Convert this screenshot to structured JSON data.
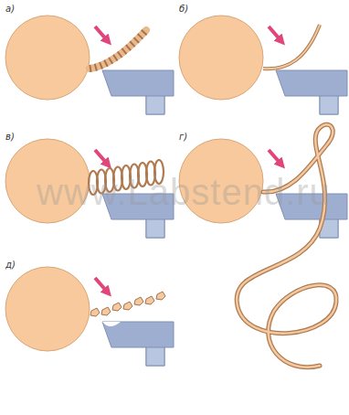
{
  "diagram": {
    "labels": [
      "а)",
      "б)",
      "в)",
      "г)",
      "д)",
      "www.Labstend.ru"
    ]
  }
}
